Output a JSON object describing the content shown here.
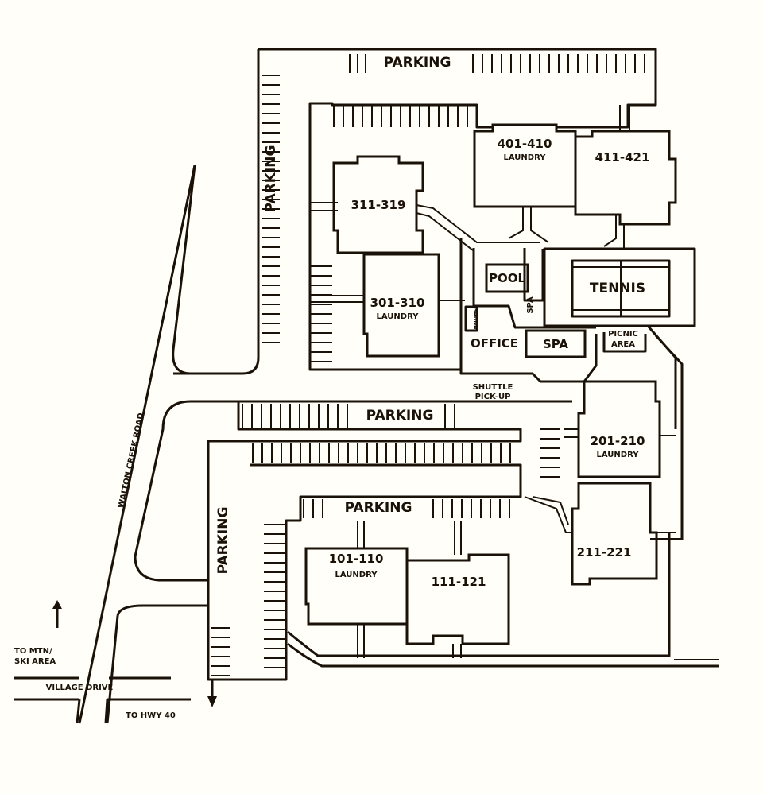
{
  "colors": {
    "ink": "#1a1208",
    "paper": "#fffef8"
  },
  "parking": {
    "top": "PARKING",
    "left_upper": "PARKING",
    "middle": "PARKING",
    "lower": "PARKING",
    "left_lower": "PARKING"
  },
  "buildings": {
    "b401": {
      "units": "401-410",
      "sub": "LAUNDRY"
    },
    "b411": {
      "units": "411-421"
    },
    "b311": {
      "units": "311-319"
    },
    "b301": {
      "units": "301-310",
      "sub": "LAUNDRY"
    },
    "b201": {
      "units": "201-210",
      "sub": "LAUNDRY"
    },
    "b211": {
      "units": "211-221"
    },
    "b101": {
      "units": "101-110",
      "sub": "LAUNDRY"
    },
    "b111": {
      "units": "111-121"
    }
  },
  "amenities": {
    "pool": "POOL",
    "spa_small": "SPA",
    "tennis": "TENNIS",
    "sauna": "SAUNA",
    "office": "OFFICE",
    "spa": "SPA",
    "picnic_1": "PICNIC",
    "picnic_2": "AREA",
    "shuttle_1": "SHUTTLE",
    "shuttle_2": "PICK-UP"
  },
  "roads": {
    "walton": "WALTON CREEK ROAD",
    "village": "VILLAGE DRIVE",
    "to_mtn_1": "TO MTN/",
    "to_mtn_2": "SKI AREA",
    "to_hwy": "TO HWY 40"
  },
  "icons": [
    "arrow-up-icon",
    "arrow-down-icon"
  ]
}
